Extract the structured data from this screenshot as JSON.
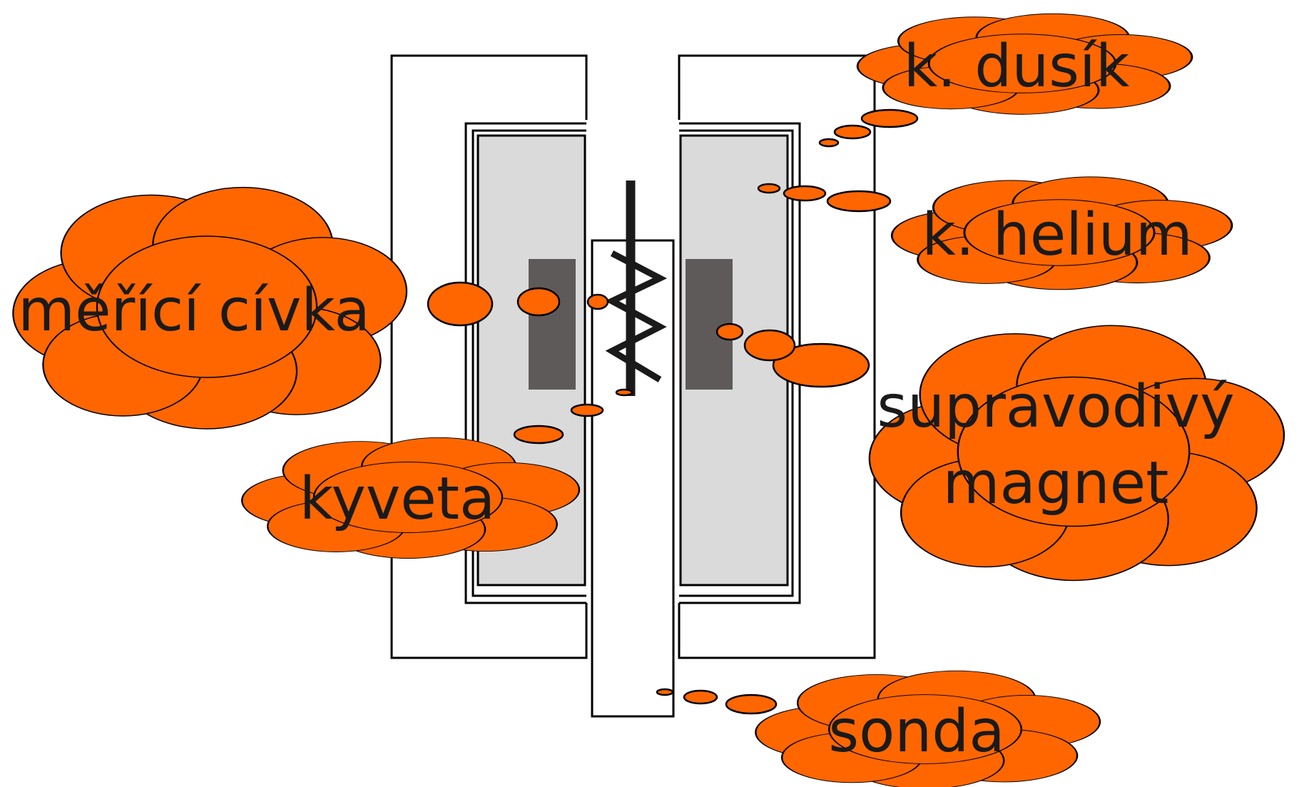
{
  "colors": {
    "cloud_fill": "#ff6600",
    "cloud_stroke": "#000000",
    "vessel_stroke": "#000000",
    "coil_fill": "#dadada",
    "core_fill": "#5e5a5a",
    "background": "#ffffff"
  },
  "labels": {
    "nitrogen": "k. dusík",
    "helium": "k. helium",
    "measuring_coil": "měřící cívka",
    "magnet_line1": "supravodivý",
    "magnet_line2": "magnet",
    "cuvette": "kyveta",
    "probe": "sonda"
  }
}
